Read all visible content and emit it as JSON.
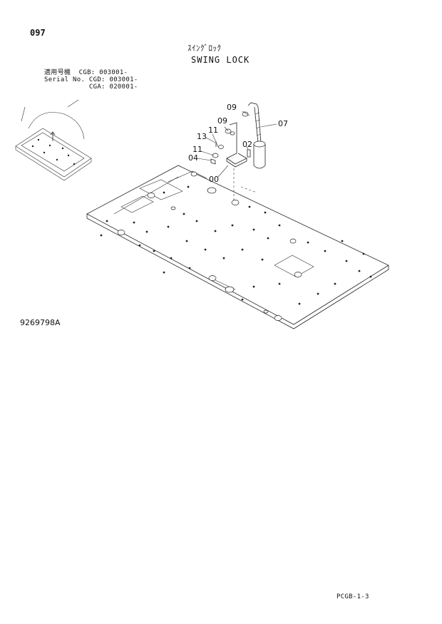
{
  "header": {
    "page_number": "097",
    "title_jp": "ｽｲﾝｸﾞﾛｯｸ",
    "title_en": "SWING LOCK"
  },
  "serial_info": {
    "line1": "適用号機  CGB: 003001-",
    "line2": "Serial No. CGD: 003001-",
    "line3": "           CGA: 020001-"
  },
  "callouts": [
    {
      "label": "09"
    },
    {
      "label": "07"
    },
    {
      "label": "09"
    },
    {
      "label": "11"
    },
    {
      "label": "13"
    },
    {
      "label": "02"
    },
    {
      "label": "11"
    },
    {
      "label": "04"
    },
    {
      "label": "00"
    }
  ],
  "footer": {
    "drawing_number": "9269798A",
    "page_code": "PCGB-1-3"
  }
}
